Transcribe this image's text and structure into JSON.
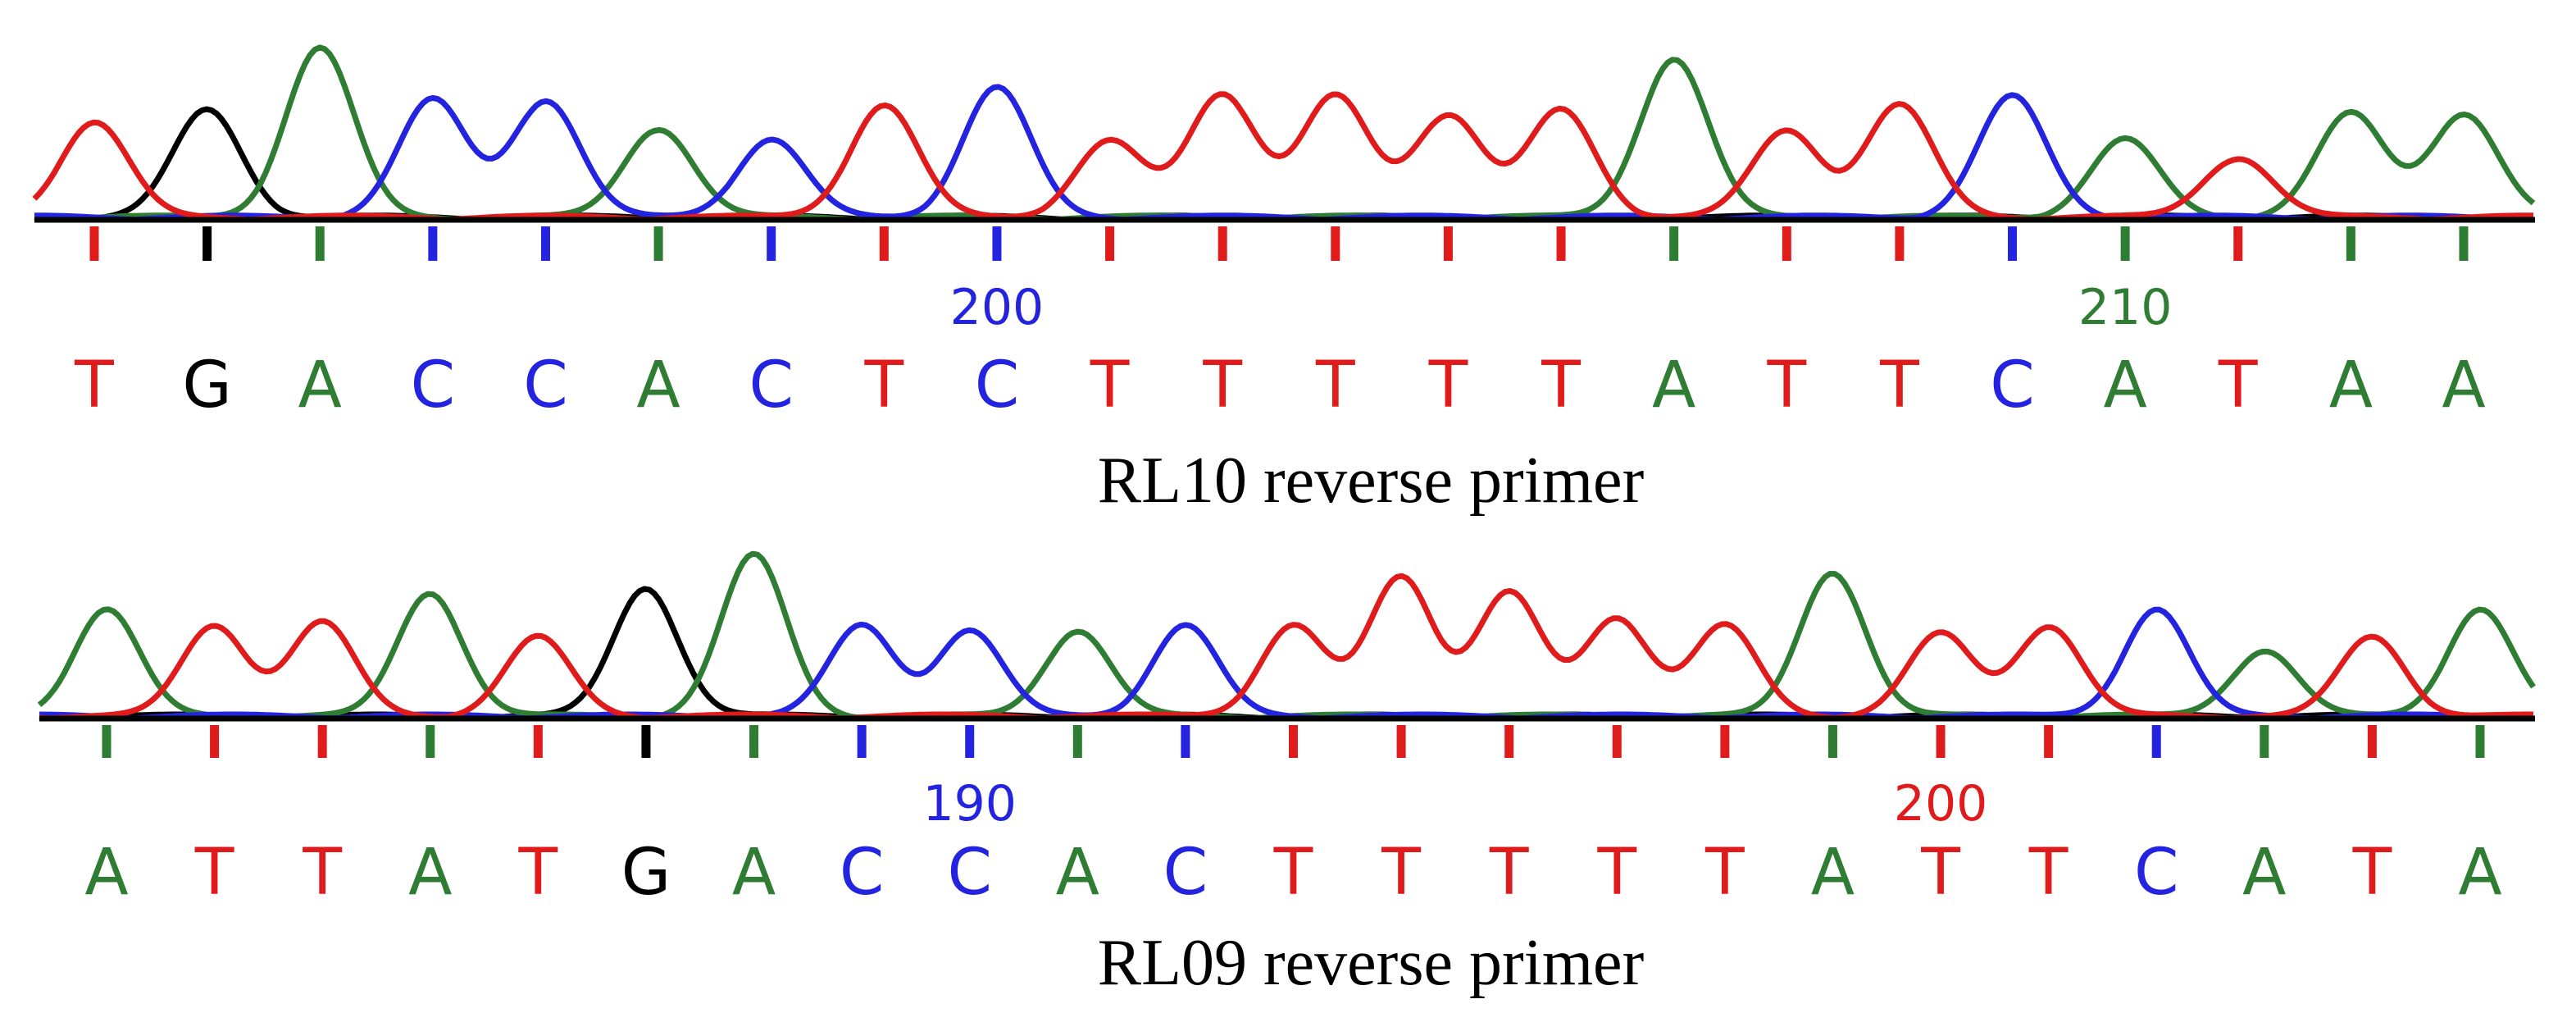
{
  "colors": {
    "A": "#2e7d32",
    "C": "#2323e0",
    "G": "#000000",
    "T": "#e01b1b",
    "baseline": "#000000"
  },
  "panels": [
    {
      "caption": "RL10 reverse primer",
      "sequence": [
        "T",
        "G",
        "A",
        "C",
        "C",
        "A",
        "C",
        "T",
        "C",
        "T",
        "T",
        "T",
        "T",
        "T",
        "A",
        "T",
        "T",
        "C",
        "A",
        "T",
        "A",
        "A"
      ],
      "peak_heights": [
        0.55,
        0.62,
        0.98,
        0.68,
        0.68,
        0.52,
        0.45,
        0.65,
        0.75,
        0.44,
        0.72,
        0.7,
        0.6,
        0.62,
        0.92,
        0.5,
        0.65,
        0.7,
        0.45,
        0.35,
        0.6,
        0.6
      ],
      "position_labels": [
        {
          "text": "200",
          "index": 8,
          "base": "C"
        },
        {
          "text": "210",
          "index": 18,
          "base": "A"
        }
      ]
    },
    {
      "caption": "RL09 reverse primer",
      "sequence": [
        "A",
        "T",
        "T",
        "A",
        "T",
        "G",
        "A",
        "C",
        "C",
        "A",
        "C",
        "T",
        "T",
        "T",
        "T",
        "T",
        "A",
        "T",
        "T",
        "C",
        "A",
        "T",
        "A"
      ],
      "peak_heights": [
        0.65,
        0.55,
        0.57,
        0.75,
        0.48,
        0.78,
        0.98,
        0.55,
        0.52,
        0.52,
        0.55,
        0.55,
        0.85,
        0.75,
        0.6,
        0.55,
        0.88,
        0.5,
        0.55,
        0.65,
        0.4,
        0.48,
        0.65
      ],
      "position_labels": [
        {
          "text": "190",
          "index": 8,
          "base": "C"
        },
        {
          "text": "200",
          "index": 17,
          "base": "T"
        }
      ]
    }
  ]
}
